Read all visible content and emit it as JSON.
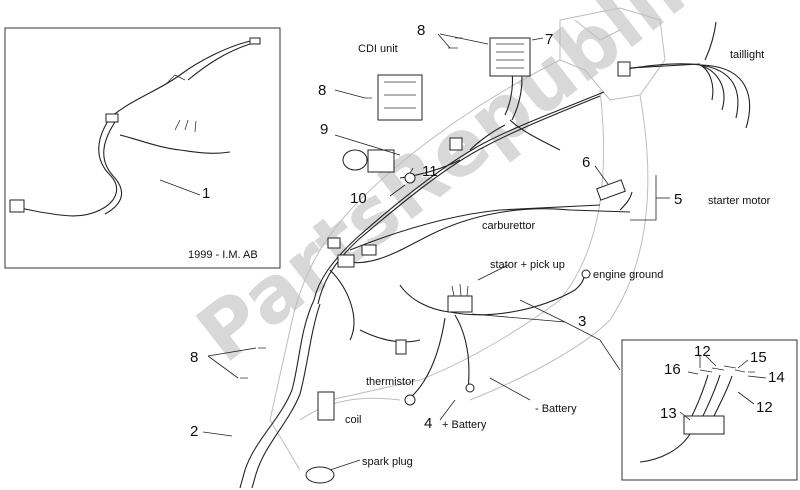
{
  "inset_top_left": {
    "caption": "1999 - I.M. AB"
  },
  "watermark": "PartsRepublik",
  "labels": {
    "cdi_unit": "CDI unit",
    "taillight": "taillight",
    "starter_motor": "starter motor",
    "carburettor": "carburettor",
    "stator_pickup": "stator + pick up",
    "engine_ground": "engine ground",
    "thermistor": "thermistor",
    "coil": "coil",
    "plus_battery": "+ Battery",
    "minus_battery": "- Battery",
    "spark_plug": "spark plug"
  },
  "callouts": {
    "n1": "1",
    "n2": "2",
    "n3": "3",
    "n4": "4",
    "n5": "5",
    "n6": "6",
    "n7": "7",
    "n8a": "8",
    "n8b": "8",
    "n8c": "8",
    "n9": "9",
    "n10": "10",
    "n11": "11",
    "n12a": "12",
    "n12b": "12",
    "n13": "13",
    "n14": "14",
    "n15": "15",
    "n16": "16"
  }
}
